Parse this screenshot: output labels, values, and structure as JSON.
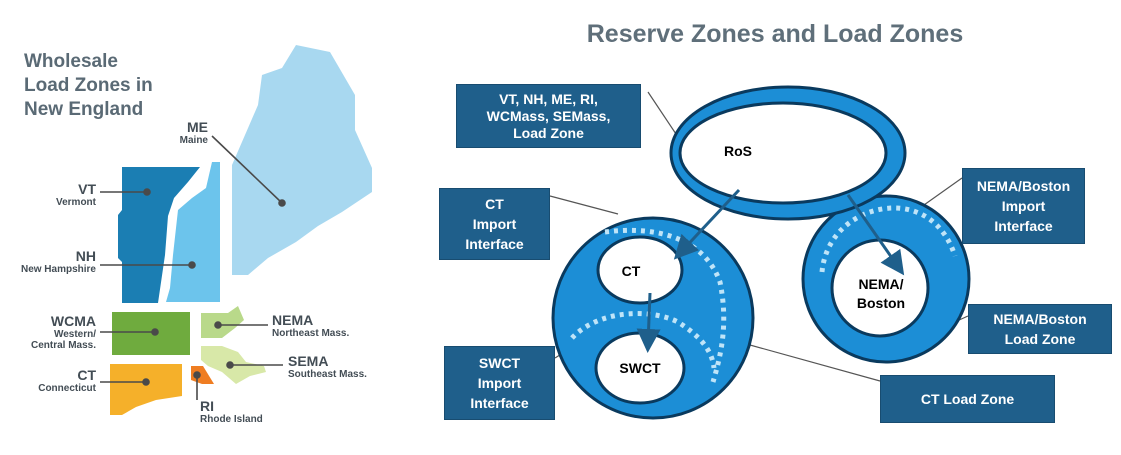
{
  "map": {
    "title_lines": [
      "Wholesale",
      "Load Zones in",
      "New England"
    ],
    "regions": [
      {
        "abbr": "ME",
        "name": "Maine",
        "color": "#a8d8f0"
      },
      {
        "abbr": "VT",
        "name": "Vermont",
        "color": "#1b7eb3"
      },
      {
        "abbr": "NH",
        "name": "New Hampshire",
        "color": "#6cc4ec"
      },
      {
        "abbr": "WCMA",
        "name_lines": [
          "Western/",
          "Central Mass."
        ],
        "color": "#6fab3e"
      },
      {
        "abbr": "NEMA",
        "name": "Northeast Mass.",
        "color": "#b9d98a"
      },
      {
        "abbr": "SEMA",
        "name": "Southeast Mass.",
        "color": "#d8e8a8"
      },
      {
        "abbr": "CT",
        "name": "Connecticut",
        "color": "#f5b02a"
      },
      {
        "abbr": "RI",
        "name": "Rhode Island",
        "color": "#ef7d22"
      }
    ]
  },
  "diagram": {
    "title": "Reserve Zones and Load Zones",
    "zones": {
      "ros": "RoS",
      "ct": "CT",
      "swct": "SWCT",
      "nema_lines": [
        "NEMA/",
        "Boston"
      ]
    },
    "callouts": {
      "ros_load_zone": [
        "VT, NH, ME, RI,",
        "WCMass, SEMass,",
        "Load Zone"
      ],
      "ct_import": [
        "CT",
        "Import",
        "Interface"
      ],
      "swct_import": [
        "SWCT",
        "Import",
        "Interface"
      ],
      "nema_import": [
        "NEMA/Boston",
        "Import",
        "Interface"
      ],
      "nema_load_zone": [
        "NEMA/Boston",
        "Load Zone"
      ],
      "ct_load_zone": [
        "CT Load Zone"
      ]
    },
    "colors": {
      "zone_blue": "#1c8ed6",
      "box_blue": "#1f5f8b",
      "arrow": "#1f5f8b"
    }
  }
}
